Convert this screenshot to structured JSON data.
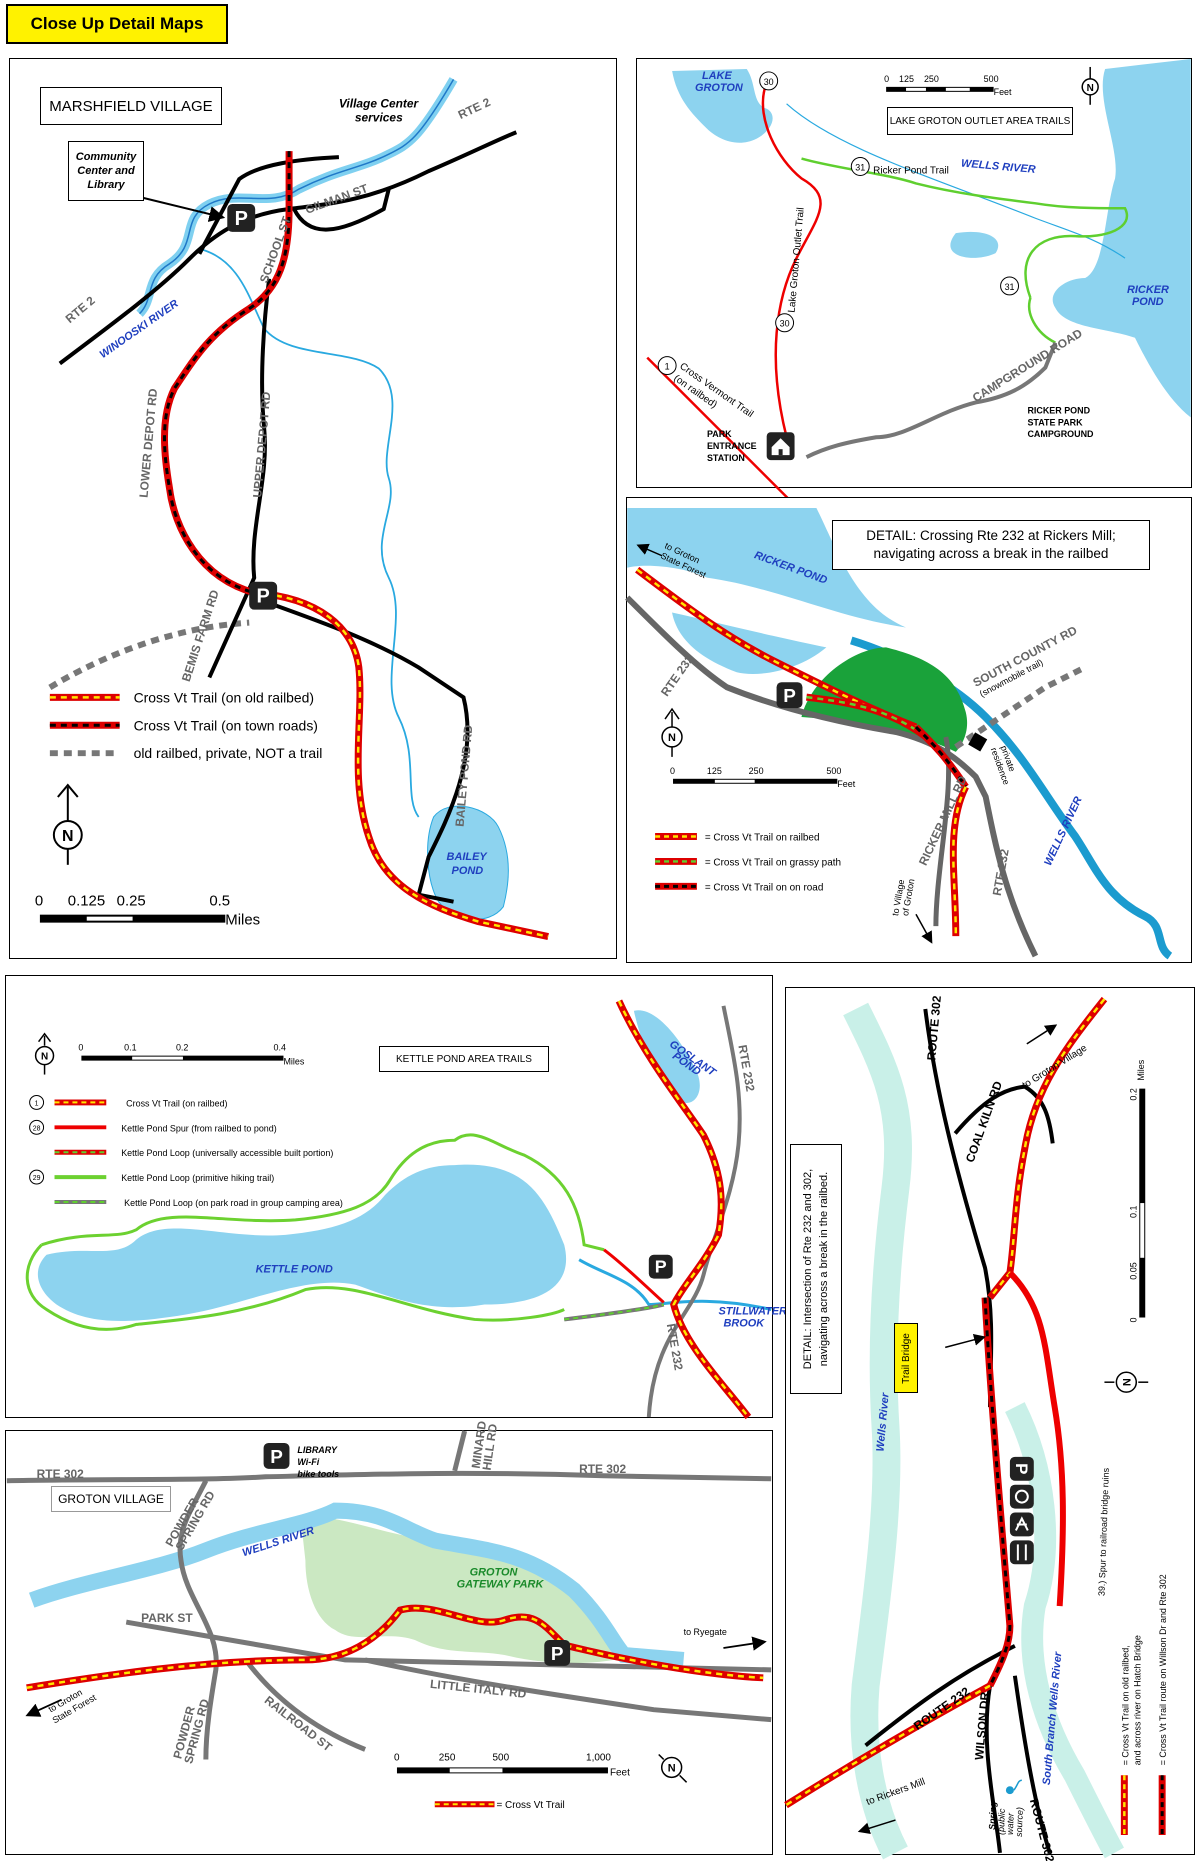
{
  "banner": {
    "title": "Close Up Detail Maps"
  },
  "marshfield": {
    "title": "MARSHFIELD VILLAGE",
    "community": "Community Center and Library",
    "community_l1": "Community",
    "community_l2": "Center and",
    "community_l3": "Library",
    "village_center": "Village Center services",
    "village_center_l1": "Village Center",
    "village_center_l2": "services",
    "roads": {
      "rte2_ne": "RTE 2",
      "rte2_sw": "RTE 2",
      "gilman": "GILMAN ST",
      "school": "SCHOOL ST",
      "lower_depot": "LOWER DEPOT RD",
      "upper_depot": "UPPER DEPOT RD",
      "bemis": "BEMIS FARM RD",
      "bailey_rd": "BAILEY POND RD"
    },
    "water": {
      "winooski": "WINOOSKI RIVER",
      "bailey_l1": "BAILEY",
      "bailey_l2": "POND"
    },
    "parking": "P",
    "legend": [
      "Cross Vt Trail (on old railbed)",
      "Cross Vt Trail (on town roads)",
      "old railbed, private, NOT a trail"
    ],
    "north": "N",
    "scale": {
      "t0": "0",
      "t1": "0.125",
      "t2": "0.25",
      "t3": "0.5",
      "unit": "Miles"
    }
  },
  "groton_outlet": {
    "title": "LAKE GROTON OUTLET AREA TRAILS",
    "lake_l1": "LAKE",
    "lake_l2": "GROTON",
    "wells_river": "WELLS RIVER",
    "ricker_l1": "RICKER",
    "ricker_l2": "POND",
    "ricker_pond_trail": "Ricker Pond Trail",
    "outlet_trail": "Lake Groton Outlet Trail",
    "cross_vt_l1": "Cross Vermont Trail",
    "cross_vt_l2": "(on railbed)",
    "campground_road": "CAMPGROUND ROAD",
    "campground_l1": "RICKER POND",
    "campground_l2": "STATE PARK",
    "campground_l3": "CAMPGROUND",
    "entrance_l1": "PARK",
    "entrance_l2": "ENTRANCE",
    "entrance_l3": "STATION",
    "markers": {
      "m30a": "30",
      "m30b": "30",
      "m31a": "31",
      "m31b": "31",
      "m1": "1"
    },
    "scale": {
      "t0": "0",
      "t1": "125",
      "t2": "250",
      "t3": "500",
      "unit": "Feet"
    },
    "north": "N"
  },
  "rickers_mill": {
    "title_l1": "DETAIL:  Crossing Rte 232 at Rickers Mill;",
    "title_l2": "navigating across a break in the railbed",
    "ricker_pond": "RICKER POND",
    "to_forest_l1": "to Groton",
    "to_forest_l2": "State Forest",
    "south_county_l1": "SOUTH COUNTY RD",
    "south_county_l2": "(snowmobile trail)",
    "private_l1": "private",
    "private_l2": "residence",
    "rte232a": "RTE 232",
    "rte232b": "RTE 232",
    "ricker_mill_rd": "RICKER MILL RD",
    "wells_river": "WELLS RIVER",
    "to_village_l1": "to Village",
    "to_village_l2": "of Groton",
    "parking": "P",
    "north": "N",
    "scale": {
      "t0": "0",
      "t1": "125",
      "t2": "250",
      "t3": "500",
      "unit": "Feet"
    },
    "legend": [
      "= Cross Vt Trail on railbed",
      "= Cross Vt Trail on grassy path",
      "= Cross Vt Trail on on road"
    ]
  },
  "kettle_pond": {
    "title": "KETTLE POND AREA TRAILS",
    "pond": "KETTLE POND",
    "goslant_l1": "GOSLANT",
    "goslant_l2": "POND",
    "stillwater_l1": "STILLWATER",
    "stillwater_l2": "BROOK",
    "rte232a": "RTE 232",
    "rte232b": "RTE 232",
    "parking": "P",
    "north": "N",
    "scale": {
      "t0": "0",
      "t1": "0.1",
      "t2": "0.2",
      "t3": "0.4",
      "unit": "Miles"
    },
    "legend": [
      {
        "marker": "1",
        "label": "Cross Vt Trail (on railbed)"
      },
      {
        "marker": "28",
        "label": "Kettle Pond Spur (from railbed to pond)"
      },
      {
        "marker": "",
        "label": "Kettle Pond Loop (universally accessible built portion)"
      },
      {
        "marker": "29",
        "label": "Kettle Pond Loop (primitive hiking trail)"
      },
      {
        "marker": "",
        "label": "Kettle Pond Loop (on park road in group camping area)"
      }
    ]
  },
  "groton_village": {
    "title": "GROTON VILLAGE",
    "library_l1": "LIBRARY",
    "library_l2": "Wi-Fi",
    "library_l3": "bike tools",
    "parking": "P",
    "roads": {
      "rte302a": "RTE 302",
      "rte302b": "RTE 302",
      "minard_l1": "MINARD",
      "minard_l2": "HILL RD",
      "powder_a_l1": "POWDER",
      "powder_a_l2": "SPRING RD",
      "powder_b_l1": "POWDER",
      "powder_b_l2": "SPRING RD",
      "park_st": "PARK ST",
      "little_italy": "LITTLE ITALY RD",
      "railroad": "RAILROAD ST"
    },
    "wells_river": "WELLS RIVER",
    "park_l1": "GROTON",
    "park_l2": "GATEWAY PARK",
    "to_ryegate": "to Ryegate",
    "to_forest_l1": "to Groton",
    "to_forest_l2": "State Forest",
    "north": "N",
    "scale": {
      "t0": "0",
      "t1": "250",
      "t2": "500",
      "t3": "1,000",
      "unit": "Feet"
    },
    "legend": "= Cross Vt Trail"
  },
  "rte302": {
    "title_l1": "DETAIL:  Intersection of Rte 232 and 302,",
    "title_l2": "navigating across a break in the railbed.",
    "trail_bridge": "Trail Bridge",
    "route302a": "ROUTE 302",
    "route302b": "ROUTE 302",
    "route232": "ROUTE 232",
    "coal_kiln": "COAL KILN RD",
    "wilson": "WILSON DR",
    "wells_river": "Wells River",
    "south_branch": "South Branch Wells River",
    "to_groton": "to Groton Village",
    "to_rickers": "to Rickers Mill",
    "spur": "39.) Spur to railroad bridge ruins",
    "spring_l1": "Spring",
    "spring_l2": "(public",
    "spring_l3": "water",
    "spring_l4": "source)",
    "parking": "P",
    "north": "N",
    "scale": {
      "t0": "0",
      "t1": "0.05",
      "t2": "0.1",
      "t3": "0.2",
      "unit": "Miles"
    },
    "legend_a_l1": "= Cross Vt Trail on old railbed,",
    "legend_a_l2": "and across river on Hatch Bridge",
    "legend_b": "= Cross Vt Trail route on Willson Dr and Rte 302"
  }
}
